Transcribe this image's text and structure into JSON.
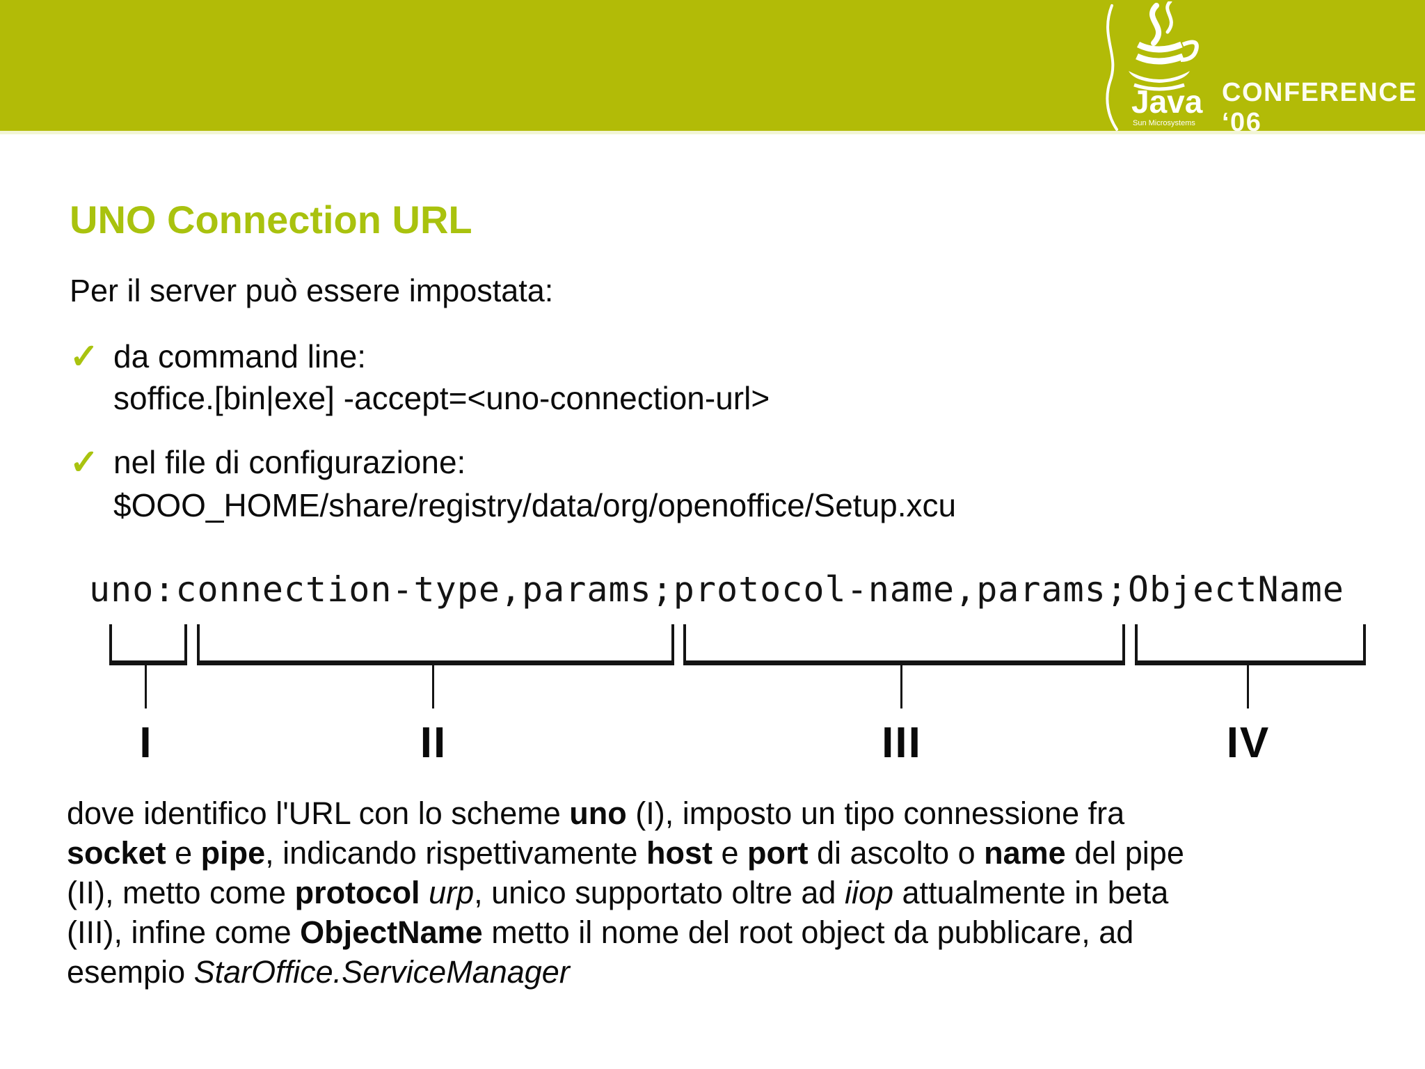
{
  "header": {
    "conference_label": "CONFERENCE ‘06",
    "logo": {
      "java_label": "Java",
      "sun_label": "Sun Microsystems"
    }
  },
  "slide": {
    "title": "UNO Connection URL",
    "intro": "Per il server può essere impostata:",
    "bullet_check": "✓",
    "bullets": [
      {
        "label": "da command line:",
        "detail": "soffice.[bin|exe] -accept=<uno-connection-url>"
      },
      {
        "label": "nel file di configurazione:",
        "detail": "$OOO_HOME/share/registry/data/org/openoffice/Setup.xcu"
      }
    ],
    "code": "uno:connection-type,params;protocol-name,params;ObjectName",
    "diagram": {
      "labels": [
        "I",
        "II",
        "III",
        "IV"
      ]
    },
    "paragraph": {
      "line1": [
        {
          "t": "dove identifico l'URL con lo scheme "
        },
        {
          "t": "uno",
          "b": true
        },
        {
          "t": " (I), imposto un tipo connessione fra"
        }
      ],
      "line2": [
        {
          "t": "socket",
          "b": true
        },
        {
          "t": " e "
        },
        {
          "t": "pipe",
          "b": true
        },
        {
          "t": ", indicando rispettivamente "
        },
        {
          "t": "host",
          "b": true
        },
        {
          "t": " e "
        },
        {
          "t": "port",
          "b": true
        },
        {
          "t": " di ascolto o "
        },
        {
          "t": "name",
          "b": true
        },
        {
          "t": " del pipe"
        }
      ],
      "line3": [
        {
          "t": "(II), metto come "
        },
        {
          "t": "protocol",
          "b": true
        },
        {
          "t": " "
        },
        {
          "t": "urp",
          "i": true
        },
        {
          "t": ", unico supportato oltre ad "
        },
        {
          "t": "iiop",
          "i": true
        },
        {
          "t": " attualmente in beta"
        }
      ],
      "line4": [
        {
          "t": "(III), infine come "
        },
        {
          "t": "ObjectName",
          "b": true
        },
        {
          "t": " metto il nome del root object da pubblicare, ad"
        }
      ],
      "line5": [
        {
          "t": "esempio "
        },
        {
          "t": "StarOffice.ServiceManager",
          "i": true
        }
      ]
    }
  },
  "colors": {
    "band_green": "#b2bb07",
    "title_green": "#a9c20e",
    "check_green": "#a9c30f",
    "logo_white": "#ffffff",
    "text_black": "#0b0b0b"
  }
}
